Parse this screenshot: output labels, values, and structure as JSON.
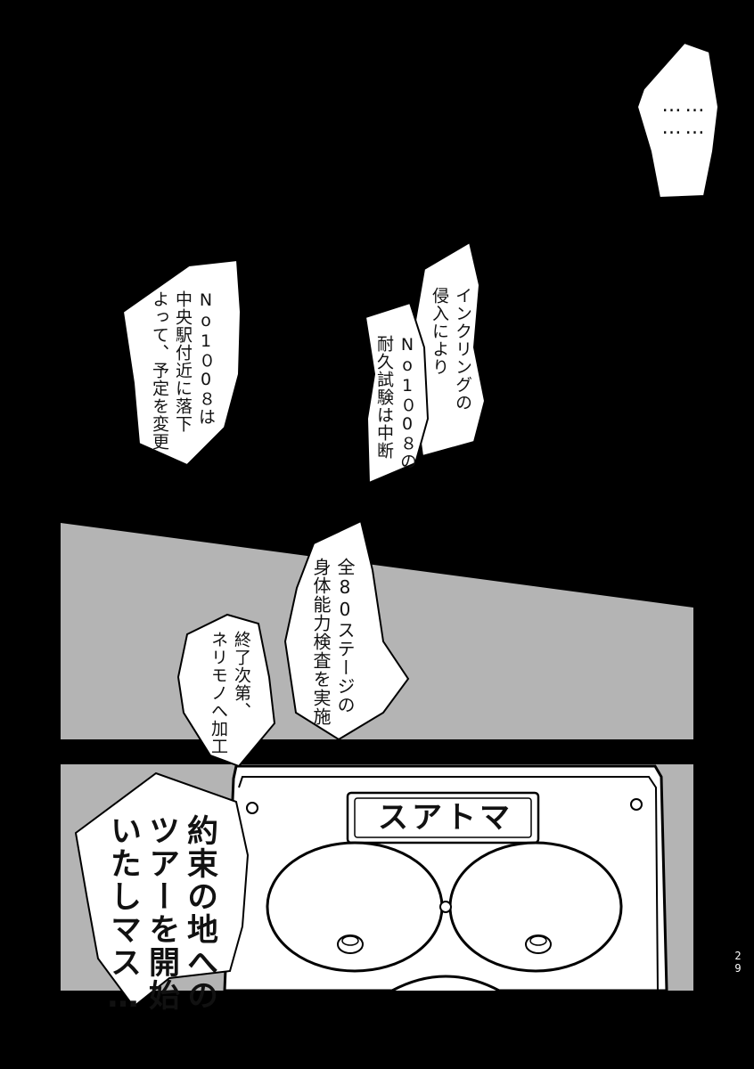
{
  "colors": {
    "background": "#000000",
    "panel": "#b4b4b4",
    "bubble": "#ffffff",
    "ink": "#111111"
  },
  "bubbles": {
    "dots": {
      "lines": [
        "……",
        "……"
      ]
    },
    "left_text": {
      "lines": [
        "No1０0８は",
        "中央駅付近に落下",
        "よって、予定を変更"
      ]
    },
    "inkling": {
      "lines": [
        "インクリングの",
        "侵入により"
      ]
    },
    "test": {
      "lines": [
        "No1０0８の",
        "耐久試験は中断"
      ]
    },
    "stage": {
      "lines": [
        "全80ステージの",
        "身体能力検査を実施"
      ]
    },
    "finish": {
      "lines": [
        "終了次第、",
        "ネリモノへ加工"
      ]
    },
    "tour": {
      "lines": [
        "約束の地への",
        "ツアーを開始",
        "いたしマス…"
      ]
    }
  },
  "speaker": {
    "sign": "スアトマ"
  },
  "page_number": "29"
}
